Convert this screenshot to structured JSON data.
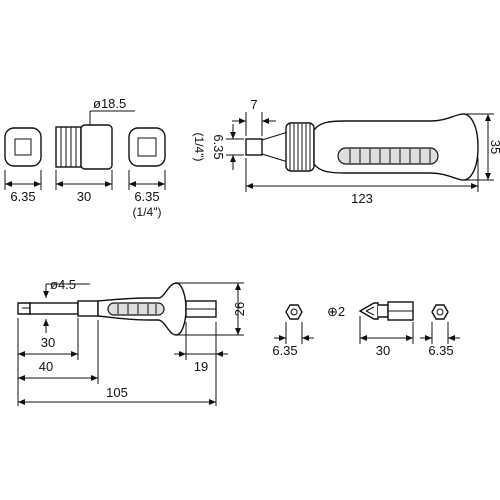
{
  "colors": {
    "line": "#111111",
    "grip": "#dedede",
    "background": "#ffffff"
  },
  "socket_adapter": {
    "diameter_label": "ø18.5",
    "left_end_label": "6.35",
    "length_label": "30",
    "right_end_label": "6.35",
    "right_end_inch_label": "(1/4\")"
  },
  "handle": {
    "square_size_label": "7",
    "square_drive_label": "6.35",
    "square_drive_inch_label": "(1/4\")",
    "height_label": "35",
    "length_label": "123"
  },
  "screwdriver": {
    "diameter_label": "ø4.5",
    "shaft_label": "30",
    "shaft_total_label": "40",
    "grip_height_label": "26",
    "back_length_label": "19",
    "total_length_label": "105",
    "hex_label": "6.35"
  },
  "phillips_bit": {
    "size_label": "⊕2",
    "length_label": "30",
    "hex_label": "6.35"
  }
}
